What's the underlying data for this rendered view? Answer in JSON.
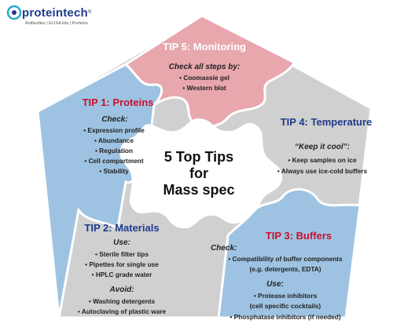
{
  "logo": {
    "name": "proteintech",
    "trademark": "®",
    "tagline": "Antibodies | ELISA kits | Proteins"
  },
  "center": {
    "line1": "5 Top Tips",
    "line2": "for",
    "line3": "Mass spec"
  },
  "colors": {
    "pink": "#e7a7ad",
    "blue": "#9ec3e2",
    "gray": "#d0d0d0",
    "red_title": "#c8102e",
    "blue_title": "#1f3a8a"
  },
  "tips": {
    "tip5": {
      "title": "TIP 5: Monitoring",
      "subtitle": "Check all steps by:",
      "items": [
        "Coomassie gel",
        "Western blot"
      ]
    },
    "tip1": {
      "title": "TIP 1: Proteins",
      "subtitle": "Check:",
      "items": [
        "Expression profile",
        "Abundance",
        "Regulation",
        "Cell compartment",
        "Stability"
      ]
    },
    "tip4": {
      "title": "TIP 4: Temperature",
      "subtitle": "“Keep it cool”:",
      "items": [
        "Keep samples on ice",
        "Always use ice-cold buffers"
      ]
    },
    "tip2": {
      "title": "TIP 2: Materials",
      "subtitle": "Use:",
      "items": [
        "Sterile filter tips",
        "Pipettes for single use",
        "HPLC grade water"
      ],
      "subtitle2": "Avoid:",
      "items2": [
        "Washing detergents",
        "Autoclaving of plastic ware"
      ]
    },
    "tip3": {
      "title": "TIP 3: Buffers",
      "subtitle": "Check:",
      "items": [
        "Compatibility of buffer components",
        "(e.g. detergents, EDTA)"
      ],
      "subtitle2": "Use:",
      "items2": [
        "Protease inhibitors",
        "(cell specific cocktails)",
        "Phosphatase inhibitors (if needed)"
      ]
    }
  }
}
